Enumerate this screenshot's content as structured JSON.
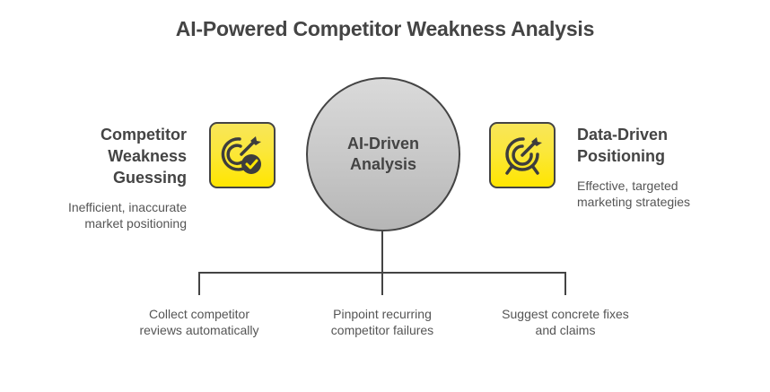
{
  "title": "AI-Powered Competitor Weakness Analysis",
  "hub": {
    "label_line1": "AI-Driven",
    "label_line2": "Analysis"
  },
  "left": {
    "heading_line1": "Competitor",
    "heading_line2": "Weakness",
    "heading_line3": "Guessing",
    "desc_line1": "Inefficient, inaccurate",
    "desc_line2": "market positioning",
    "icon": "target-check-icon"
  },
  "right": {
    "heading_line1": "Data-Driven",
    "heading_line2": "Positioning",
    "desc_line1": "Effective, targeted",
    "desc_line2": "marketing strategies",
    "icon": "target-stand-icon"
  },
  "steps": [
    {
      "line1": "Collect competitor",
      "line2": "reviews automatically"
    },
    {
      "line1": "Pinpoint recurring",
      "line2": "competitor failures"
    },
    {
      "line1": "Suggest concrete fixes",
      "line2": "and claims"
    }
  ],
  "colors": {
    "text": "#444444",
    "accent_yellow": "#ffe600",
    "hub_gray": "#c9c9c9",
    "stroke": "#444444"
  }
}
